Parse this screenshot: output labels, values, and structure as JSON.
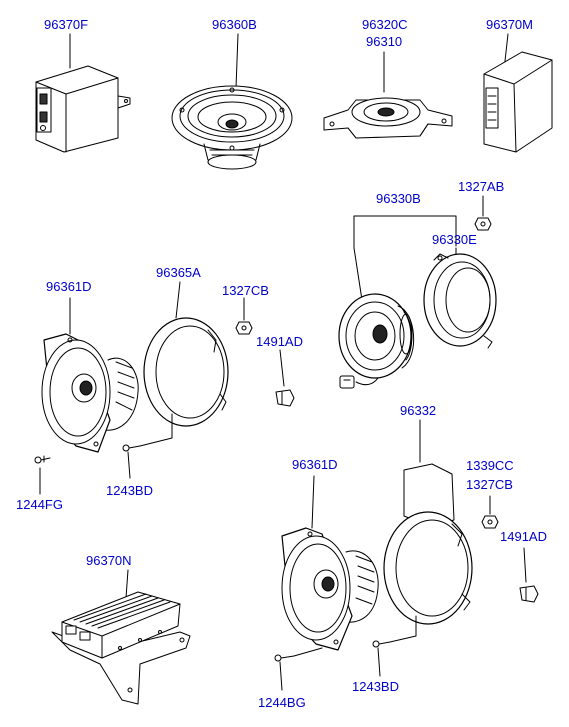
{
  "colors": {
    "label": "#0000cc",
    "line": "#000000",
    "background": "#ffffff"
  },
  "parts": {
    "p96370F": "96370F",
    "p96360B": "96360B",
    "p96320C": "96320C",
    "p96310": "96310",
    "p96370M": "96370M",
    "p1327AB": "1327AB",
    "p96330B": "96330B",
    "p96330E": "96330E",
    "p96361D_a": "96361D",
    "p96365A": "96365A",
    "p1327CB_a": "1327CB",
    "p1491AD_a": "1491AD",
    "p1244FG": "1244FG",
    "p1243BD_a": "1243BD",
    "p96332": "96332",
    "p96361D_b": "96361D",
    "p1339CC": "1339CC",
    "p1327CB_b": "1327CB",
    "p1491AD_b": "1491AD",
    "p96370N": "96370N",
    "p1244BG": "1244BG",
    "p1243BD_b": "1243BD"
  }
}
